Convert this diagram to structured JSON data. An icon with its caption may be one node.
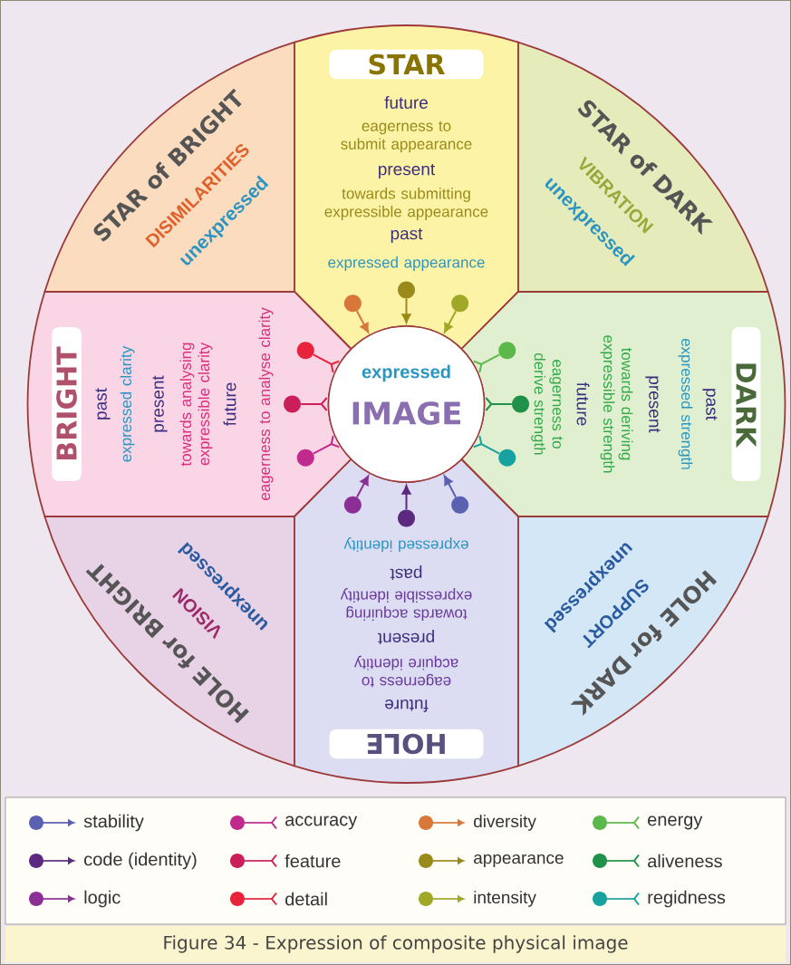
{
  "diagram": {
    "caption": "Figure 34 - Expression of composite physical image",
    "nodes": [
      {
        "text": [
          "STAR",
          "future",
          "eagerness to submit appearance",
          "present",
          "towards submitting expressible appearance",
          "past",
          "expressed appearance"
        ]
      },
      {
        "text": [
          "STAR of BRIGHT",
          "DISIMILARITIES",
          "unexpressed"
        ]
      },
      {
        "text": [
          "STAR of DARK",
          "VIBRATION",
          "unexpressed"
        ]
      },
      {
        "text": [
          "BRIGHT",
          "past",
          "expressed clarity",
          "present",
          "towards analysing expressible clarity",
          "future",
          "eagerness to analyse clarity"
        ]
      },
      {
        "text": [
          "expressed",
          "IMAGE"
        ]
      },
      {
        "text": [
          "DARK",
          "past",
          "expressed strength",
          "present",
          "towards deriving expressible strength",
          "future",
          "eagerness to derive strength"
        ]
      },
      {
        "text": [
          "HOLE for BRIGHT",
          "VISION",
          "unexpressed"
        ]
      },
      {
        "text": [
          "HOLE",
          "future",
          "eagerness to acquire identity",
          "present",
          "towards acquiring expressible identity",
          "past",
          "expressed identity"
        ]
      },
      {
        "text": [
          "HOLE for DARK",
          "SUPPORT",
          "unexpressed"
        ]
      },
      {
        "text": [],
        "shape": "circle",
        "in": 0
      },
      {
        "text": [],
        "shape": "circle",
        "in": 0
      },
      {
        "text": [],
        "shape": "circle",
        "in": 0
      },
      {
        "text": [],
        "shape": "circle",
        "in": 3
      },
      {
        "text": [],
        "shape": "circle",
        "in": 3
      },
      {
        "text": [],
        "shape": "circle",
        "in": 3
      },
      {
        "text": [],
        "shape": "circle",
        "in": 5
      },
      {
        "text": [],
        "shape": "circle",
        "in": 5
      },
      {
        "text": [],
        "shape": "circle",
        "in": 5
      },
      {
        "text": [],
        "shape": "circle",
        "in": 7
      },
      {
        "text": [],
        "shape": "circle",
        "in": 7
      },
      {
        "text": [],
        "shape": "circle",
        "in": 7
      }
    ],
    "edges": [
      {
        "from": 9,
        "to": 4,
        "arrow": "to",
        "color": "#d9773a"
      },
      {
        "from": 10,
        "to": 4,
        "arrow": "to",
        "color": "#9a8a1a"
      },
      {
        "from": 11,
        "to": 4,
        "arrow": "to",
        "color": "#a0a828"
      },
      {
        "from": 12,
        "to": 4,
        "arrow": "other",
        "color": "#e8243c"
      },
      {
        "from": 13,
        "to": 4,
        "arrow": "other",
        "color": "#cc1f5a"
      },
      {
        "from": 14,
        "to": 4,
        "arrow": "other",
        "color": "#c02a8c"
      },
      {
        "from": 15,
        "to": 4,
        "arrow": "other",
        "color": "#5cb84a"
      },
      {
        "from": 16,
        "to": 4,
        "arrow": "other",
        "color": "#1f9148"
      },
      {
        "from": 17,
        "to": 4,
        "arrow": "other",
        "color": "#17a2a0"
      },
      {
        "from": 18,
        "to": 4,
        "arrow": "to",
        "color": "#8b2f97"
      },
      {
        "from": 19,
        "to": 4,
        "arrow": "to",
        "color": "#5b2a80"
      },
      {
        "from": 20,
        "to": 4,
        "arrow": "to",
        "color": "#5b60b0"
      }
    ],
    "legend": [
      {
        "text": "stability",
        "color": "#5b60b0"
      },
      {
        "text": "accuracy",
        "color": "#c02a8c"
      },
      {
        "text": "diversity",
        "color": "#d9773a"
      },
      {
        "text": "energy",
        "color": "#5cb84a"
      },
      {
        "text": "code (identity)",
        "color": "#5b2a80"
      },
      {
        "text": "feature",
        "color": "#cc1f5a"
      },
      {
        "text": "appearance",
        "color": "#9a8a1a"
      },
      {
        "text": "aliveness",
        "color": "#1f9148"
      },
      {
        "text": "logic",
        "color": "#8b2f97"
      },
      {
        "text": "detail",
        "color": "#e8243c"
      },
      {
        "text": "intensity",
        "color": "#a0a828"
      },
      {
        "text": "regidness",
        "color": "#17a2a0"
      }
    ]
  }
}
